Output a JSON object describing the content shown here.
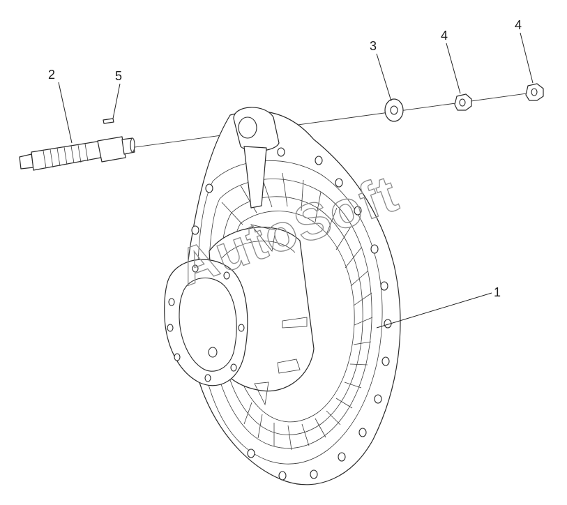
{
  "diagram": {
    "watermark": "AutoSoft",
    "callouts": [
      {
        "id": "housing",
        "label": "1"
      },
      {
        "id": "shaft",
        "label": "2"
      },
      {
        "id": "washer",
        "label": "3"
      },
      {
        "id": "nut-a",
        "label": "4"
      },
      {
        "id": "nut-b",
        "label": "4"
      },
      {
        "id": "key",
        "label": "5"
      }
    ]
  },
  "colors": {
    "line": "#2a2a2a",
    "background": "#ffffff",
    "watermark": "#8a8a8a"
  }
}
